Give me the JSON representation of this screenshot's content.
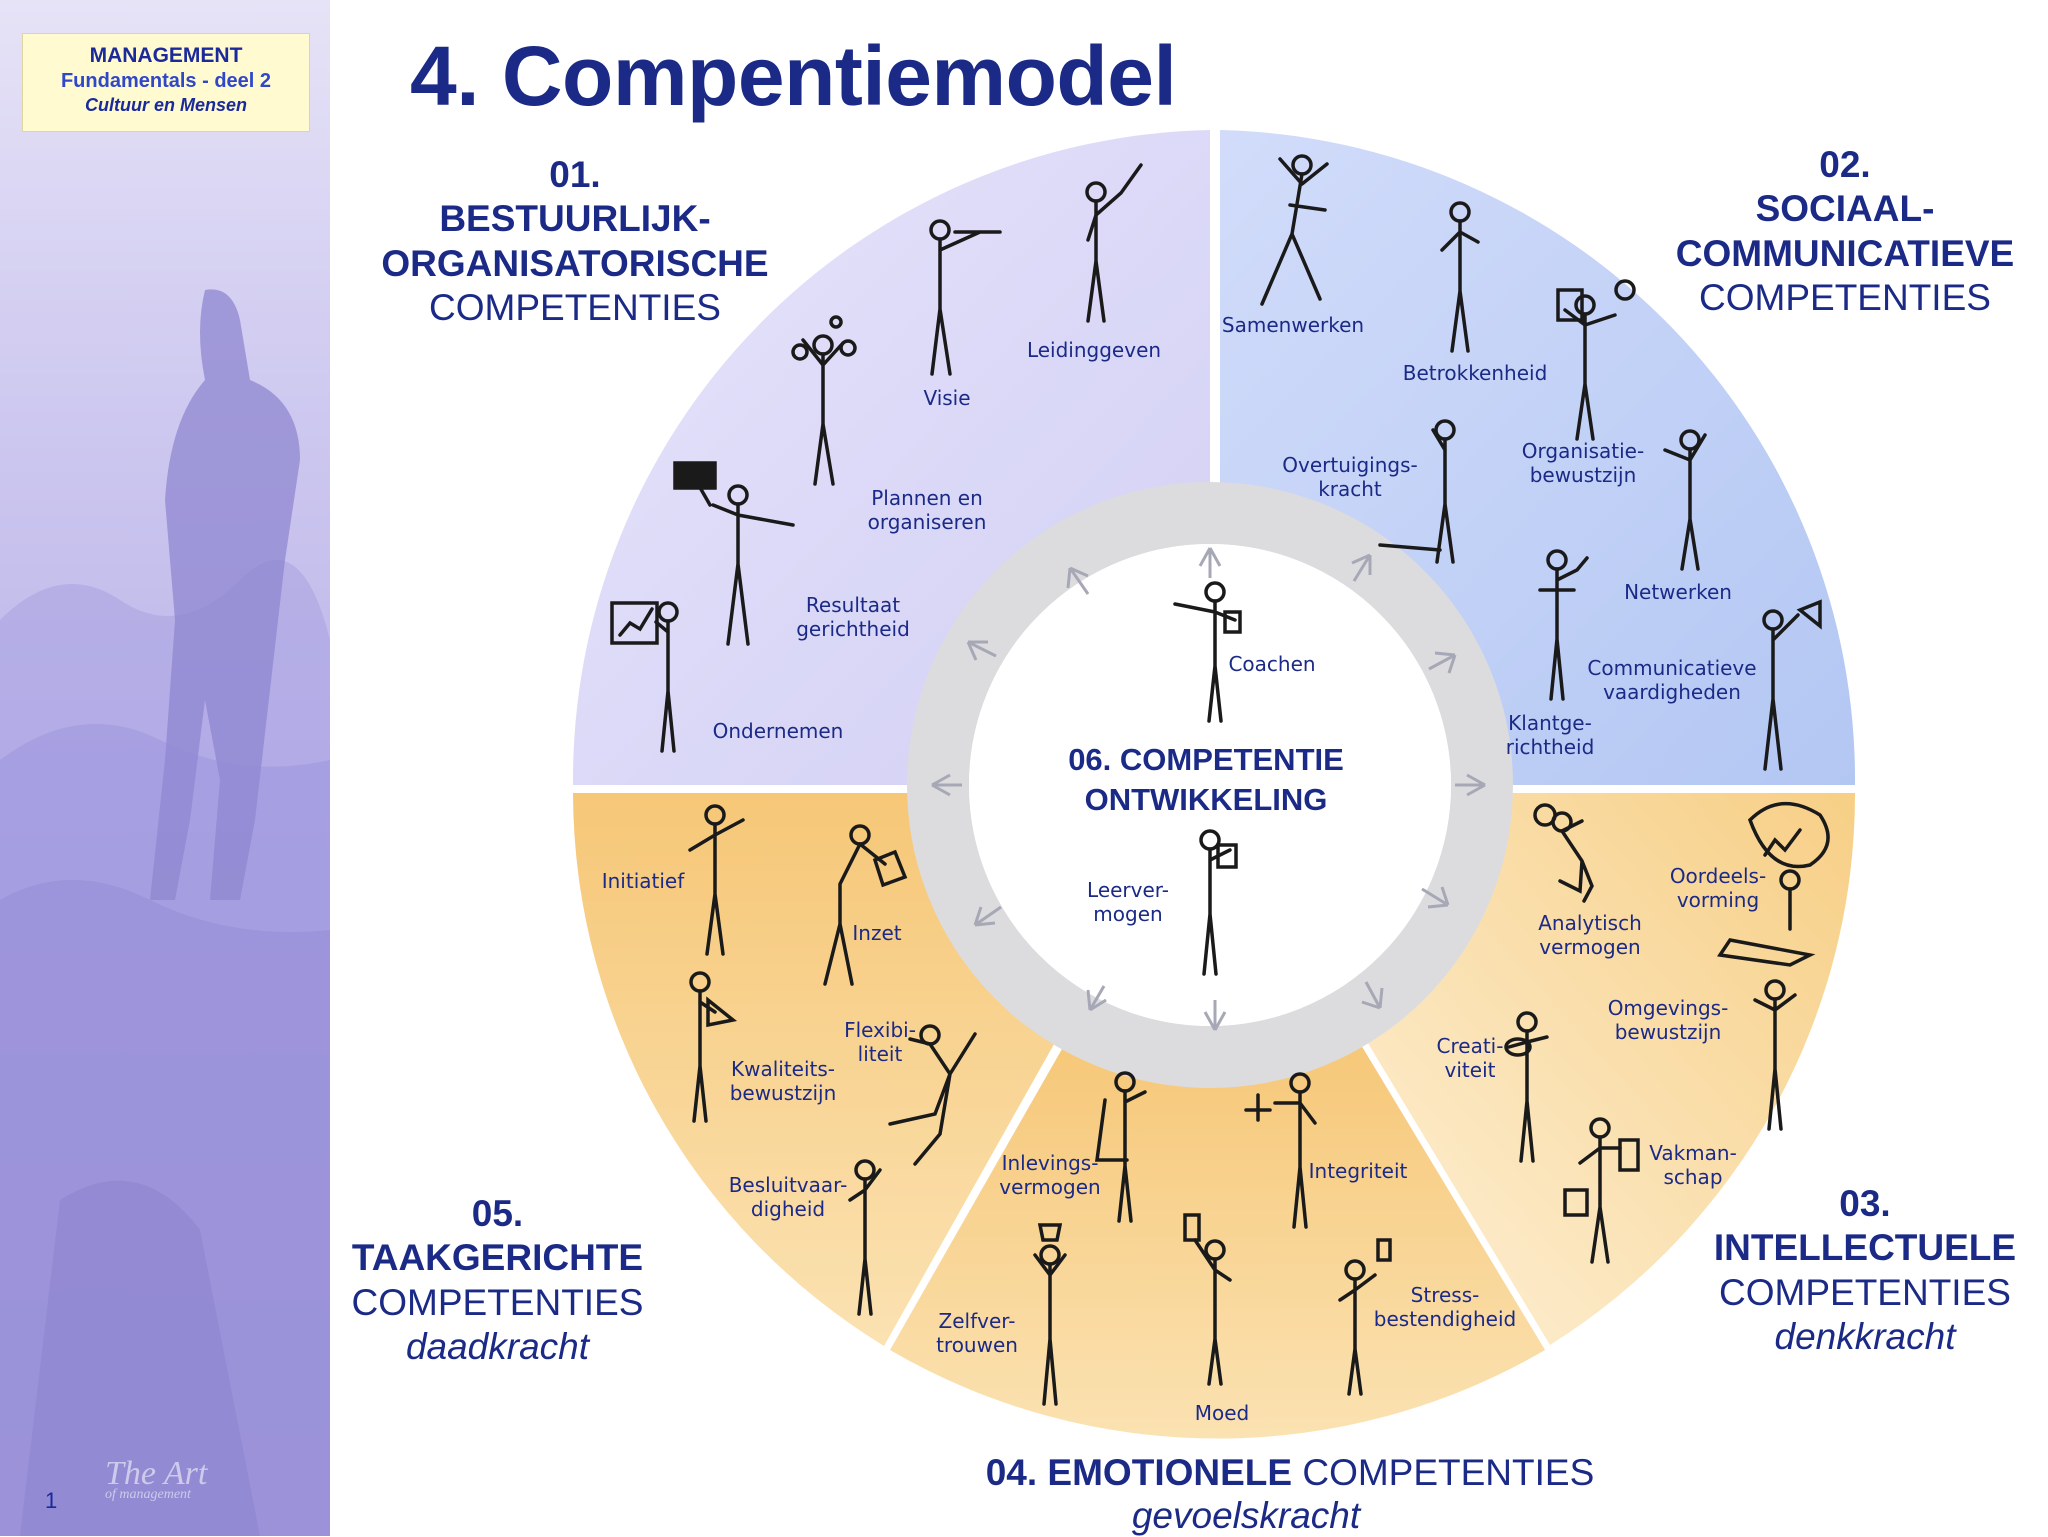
{
  "badge": {
    "line1": "MANAGEMENT",
    "line2": "Fundamentals - deel 2",
    "line3": "Cultuur en Mensen"
  },
  "title": "4. Compentiemodel",
  "page_number": "1",
  "logo": {
    "main": "The Art",
    "sub": "of management"
  },
  "colors": {
    "title": "#1b2a86",
    "label": "#1b2a86",
    "seg_purple": "#dcdaf7",
    "seg_blue": "#bccff6",
    "seg_orange": "#f8d99a",
    "ring": "#d9d9de"
  },
  "segments": {
    "s01": {
      "num": "01.",
      "line1": "BESTUURLIJK-",
      "line2": "ORGANISATORISCHE",
      "line3": "COMPETENTIES"
    },
    "s02": {
      "num": "02.",
      "line1": "SOCIAAL-",
      "line2": "COMMUNICATIEVE",
      "line3": "COMPETENTIES"
    },
    "s03": {
      "num": "03.",
      "line1": "INTELLECTUELE",
      "line2": "COMPETENTIES",
      "line3": "denkkracht"
    },
    "s04": {
      "bold": "04. EMOTIONELE",
      "normal": " COMPETENTIES",
      "line2": "gevoelskracht"
    },
    "s05": {
      "num": "05.",
      "line1": "TAAKGERICHTE",
      "line2": "COMPETENTIES",
      "line3": "daadkracht"
    },
    "s06": {
      "line1": "06. COMPETENTIE",
      "line2": "ONTWIKKELING"
    }
  },
  "competencies": {
    "leidinggeven": [
      "Leidinggeven"
    ],
    "visie": [
      "Visie"
    ],
    "plannen": [
      "Plannen en",
      "organiseren"
    ],
    "resultaat": [
      "Resultaat",
      "gerichtheid"
    ],
    "ondernemen": [
      "Ondernemen"
    ],
    "samenwerken": [
      "Samenwerken"
    ],
    "betrokkenheid": [
      "Betrokkenheid"
    ],
    "overtuigingskracht": [
      "Overtuigings-",
      "kracht"
    ],
    "organisatiebewustzijn": [
      "Organisatie-",
      "bewustzijn"
    ],
    "netwerken": [
      "Netwerken"
    ],
    "communicatieve": [
      "Communicatieve",
      "vaardigheden"
    ],
    "klantgerichtheid": [
      "Klantge-",
      "richtheid"
    ],
    "analytisch": [
      "Analytisch",
      "vermogen"
    ],
    "oordeelsvorming": [
      "Oordeels-",
      "vorming"
    ],
    "omgevingsbewustzijn": [
      "Omgevings-",
      "bewustzijn"
    ],
    "creativiteit": [
      "Creati-",
      "viteit"
    ],
    "vakmanschap": [
      "Vakman-",
      "schap"
    ],
    "inlevingsvermogen": [
      "Inlevings-",
      "vermogen"
    ],
    "integriteit": [
      "Integriteit"
    ],
    "zelfvertrouwen": [
      "Zelfver-",
      "trouwen"
    ],
    "moed": [
      "Moed"
    ],
    "stressbestendigheid": [
      "Stress-",
      "bestendigheid"
    ],
    "initiatief": [
      "Initiatief"
    ],
    "inzet": [
      "Inzet"
    ],
    "kwaliteitsbewustzijn": [
      "Kwaliteits-",
      "bewustzijn"
    ],
    "flexibiliteit": [
      "Flexibi-",
      "liteit"
    ],
    "besluitvaardigheid": [
      "Besluitvaar-",
      "digheid"
    ],
    "coachen": [
      "Coachen"
    ],
    "leervermogen": [
      "Leerver-",
      "mogen"
    ]
  }
}
